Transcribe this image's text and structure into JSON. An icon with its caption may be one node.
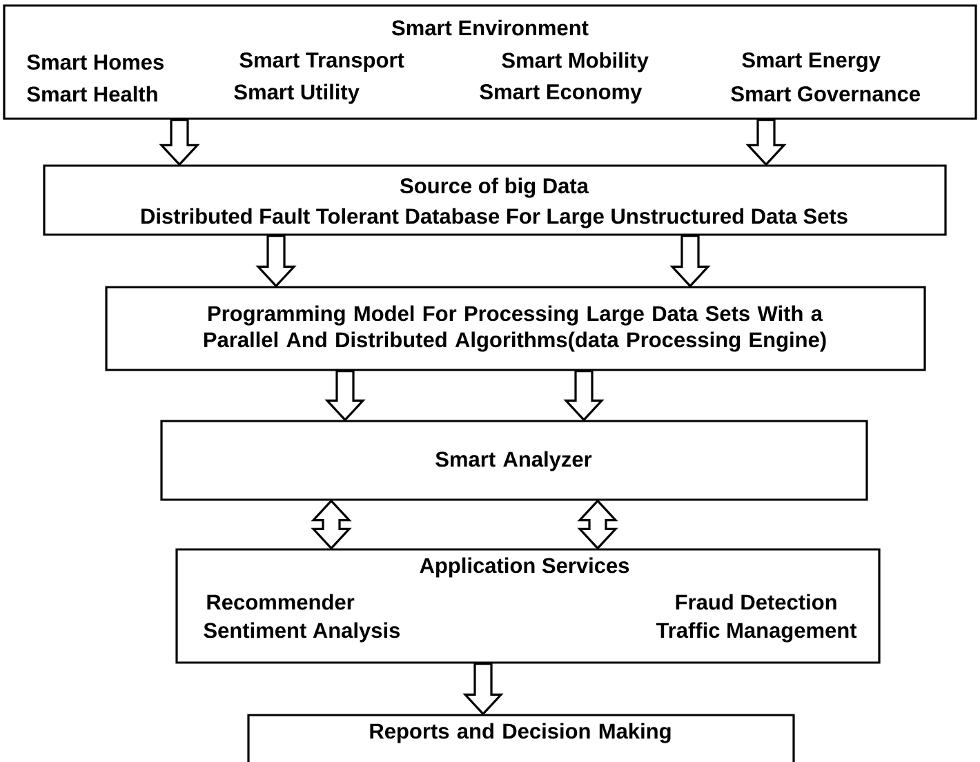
{
  "diagram": {
    "nodes": [
      {
        "text": [
          "Smart Environment",
          "Smart Homes",
          "Smart Transport",
          "Smart Mobility",
          "Smart Energy",
          "Smart Health",
          "Smart Utility",
          "Smart Economy",
          "Smart Governance"
        ]
      },
      {
        "text": [
          "Source of big Data",
          "Distributed Fault Tolerant Database For Large Unstructured Data Sets"
        ]
      },
      {
        "text": [
          "Programming Model For Processing Large Data Sets With a Parallel And Distributed Algorithms(data Processing Engine)"
        ]
      },
      {
        "text": [
          "Smart Analyzer"
        ]
      },
      {
        "text": [
          "Application Services",
          "Recommender",
          "Fraud Detection",
          "Sentiment Analysis",
          "Traffic Management"
        ]
      },
      {
        "text": [
          "Reports and Decision Making"
        ]
      }
    ],
    "edges": [
      {
        "from": 0,
        "to": 1,
        "arrow": "to"
      },
      {
        "from": 0,
        "to": 1,
        "arrow": "to"
      },
      {
        "from": 1,
        "to": 2,
        "arrow": "to"
      },
      {
        "from": 1,
        "to": 2,
        "arrow": "to"
      },
      {
        "from": 2,
        "to": 3,
        "arrow": "to"
      },
      {
        "from": 2,
        "to": 3,
        "arrow": "to"
      },
      {
        "from": 3,
        "to": 4,
        "arrow": "both"
      },
      {
        "from": 3,
        "to": 4,
        "arrow": "both"
      },
      {
        "from": 4,
        "to": 5,
        "arrow": "to"
      }
    ]
  }
}
